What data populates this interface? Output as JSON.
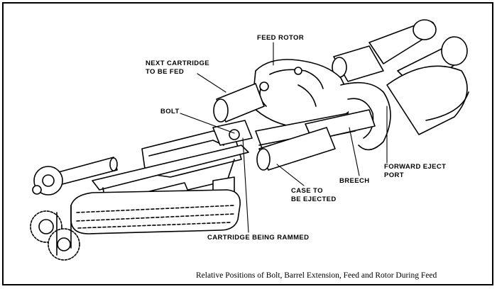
{
  "labels": {
    "feed_rotor": "FEED ROTOR",
    "next_cartridge_1": "NEXT CARTRIDGE",
    "next_cartridge_2": "TO BE FED",
    "bolt": "BOLT",
    "forward_eject_1": "FORWARD EJECT",
    "forward_eject_2": "PORT",
    "breech": "BREECH",
    "case_ejected_1": "CASE TO",
    "case_ejected_2": "BE EJECTED",
    "cartridge_rammed": "CARTRIDGE BEING RAMMED"
  },
  "caption": "Relative Positions of Bolt, Barrel Extension, Feed and Rotor During Feed"
}
